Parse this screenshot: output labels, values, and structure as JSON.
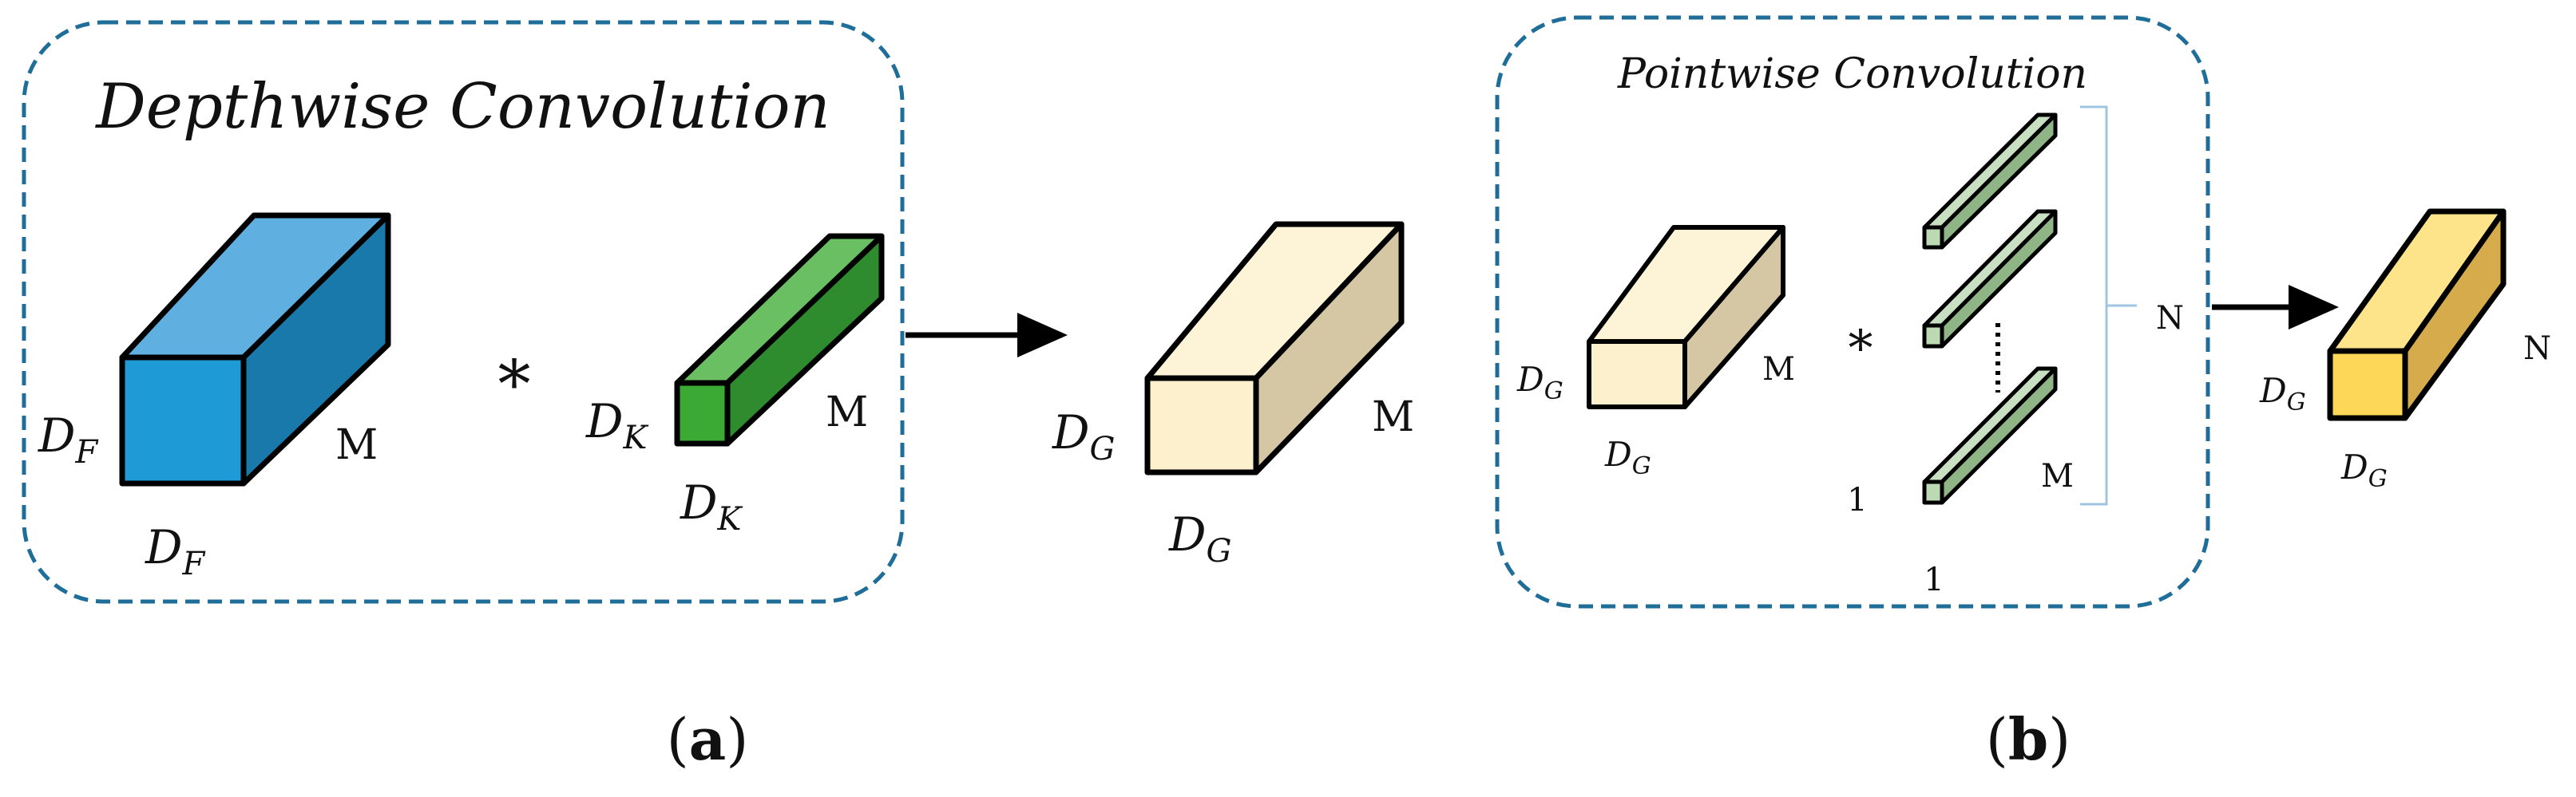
{
  "panels": {
    "depthwise": {
      "title": "Depthwise Convolution",
      "input_height_label": "D",
      "input_height_sub": "F",
      "input_width_label": "D",
      "input_width_sub": "F",
      "input_depth_label": "M",
      "operator": "*",
      "kernel_height_label": "D",
      "kernel_height_sub": "K",
      "kernel_width_label": "D",
      "kernel_width_sub": "K",
      "kernel_depth_label": "M"
    },
    "intermediate": {
      "height_label": "D",
      "height_sub": "G",
      "width_label": "D",
      "width_sub": "G",
      "depth_label": "M"
    },
    "pointwise": {
      "title": "Pointwise Convolution",
      "input_height_label": "D",
      "input_height_sub": "G",
      "input_width_label": "D",
      "input_width_sub": "G",
      "input_depth_label": "M",
      "operator": "*",
      "kernel_size_left": "1",
      "kernel_size_bottom": "1",
      "kernel_depth_label": "M",
      "kernel_count_label": "N"
    },
    "output": {
      "height_label": "D",
      "height_sub": "G",
      "width_label": "D",
      "width_sub": "G",
      "depth_label": "N"
    }
  },
  "captions": {
    "a_open": "(",
    "a_letter": "a",
    "a_close": ")",
    "b_open": "(",
    "b_letter": "b",
    "b_close": ")"
  },
  "colors": {
    "box_border": "#1f6e99",
    "blue_front": "#1e9ad6",
    "blue_top": "#5fb0e0",
    "blue_side": "#1979aa",
    "green_front": "#3aaa35",
    "green_top": "#6bbf63",
    "green_side": "#2e8b2e",
    "cream_front": "#fdf0cc",
    "cream_top": "#fdf3d6",
    "cream_side": "#d5c7a3",
    "sage_front": "#bcd9b4",
    "sage_top": "#c9dfc2",
    "sage_side": "#8fb486",
    "yellow_front": "#fdd758",
    "yellow_top": "#fde38a",
    "yellow_side": "#d6ab4c",
    "bracket": "#9ec6e2"
  }
}
